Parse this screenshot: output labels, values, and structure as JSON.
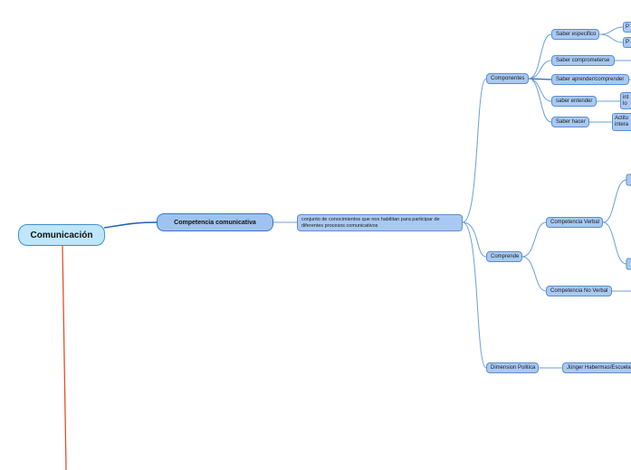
{
  "root": "Comunicación",
  "main_topic": "Competencia comunicativa",
  "definition": "conjunto de conocimientos que nos habilitan para participar de diferentes procesos comunicativos",
  "branches": {
    "componentes": "Componentes",
    "comprende": "Comprende",
    "dimension": "Dimension Politica"
  },
  "componentes_children": {
    "saber_especifico": "Saber especifico",
    "saber_comprometerse": "Saber comprometerse",
    "saber_aprender": "Saber aprender/comprender",
    "saber_entender": "saber entender",
    "saber_hacer": "Saber hacer"
  },
  "truncated": {
    "p1": "P",
    "p2": "P",
    "entender_child": "int lo",
    "hacer_child": "Actitu intera"
  },
  "comprende_children": {
    "verbal": "Competencia Verbal",
    "no_verbal": "Competencia No Verbal"
  },
  "dimension_child": "Jünger Habermas/Escuela",
  "colors": {
    "connector": "#6d9fd6",
    "root_link": "#1f5fb8",
    "red_branch": "#e2502b"
  }
}
